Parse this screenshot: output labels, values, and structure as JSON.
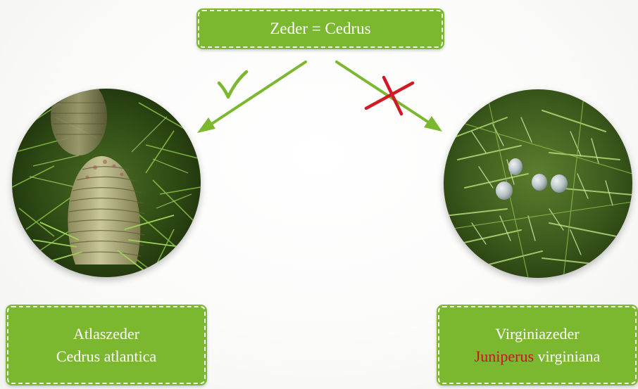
{
  "top_box": {
    "text": "Zeder = Cedrus"
  },
  "left_box": {
    "line1": "Atlaszeder",
    "line2": "Cedrus atlantica"
  },
  "right_box": {
    "line1": "Virginiazeder",
    "line2_red": "Juniperus",
    "line2_rest": " virginiana"
  },
  "colors": {
    "box_green": "#7cb82f",
    "arrow_green": "#7cb82f",
    "cross_red": "#d11a26",
    "genus_red": "#c8141e"
  },
  "icons": {
    "left_arrow_mark": "check-icon",
    "right_arrow_mark": "cross-icon"
  }
}
